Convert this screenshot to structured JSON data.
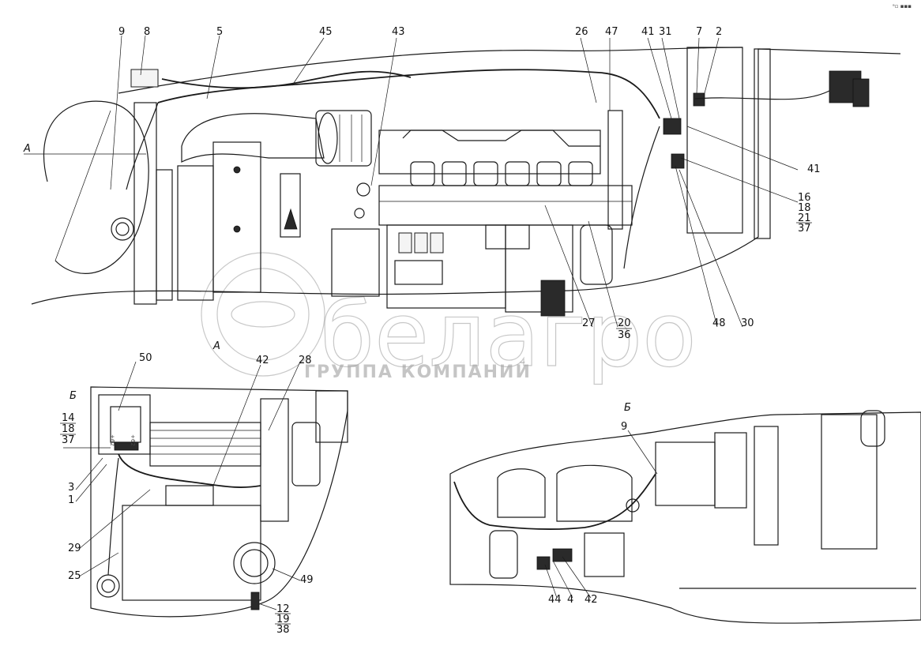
{
  "corner_mark": "ᵃ▫ ▪▪▪",
  "view_labels": {
    "a_main": "А",
    "a_sub": "А",
    "b_left": "Б",
    "b_right": "Б"
  },
  "watermark": {
    "logo": "белагро",
    "tagline": "ГРУППА КОМПАНИЙ"
  },
  "callouts": {
    "n9": "9",
    "n8": "8",
    "n5": "5",
    "n45": "45",
    "n43": "43",
    "n26": "26",
    "n47": "47",
    "n41a": "41",
    "n31": "31",
    "n7": "7",
    "n2": "2",
    "n41b": "41",
    "n16": "16",
    "n18a": "18",
    "n21": "21",
    "n37a": "37",
    "n27": "27",
    "n20": "20",
    "n36": "36",
    "n48": "48",
    "n30": "30",
    "n50": "50",
    "n42a": "42",
    "n28": "28",
    "n14": "14",
    "n18b": "18",
    "n37b": "37",
    "n3": "3",
    "n1": "1",
    "n29": "29",
    "n25": "25",
    "n49": "49",
    "n12": "12",
    "n19": "19",
    "n38": "38",
    "n9b": "9",
    "n44": "44",
    "n4": "4",
    "n42b": "42"
  },
  "relay_marks": {
    "left": "+62",
    "right": "+62"
  }
}
